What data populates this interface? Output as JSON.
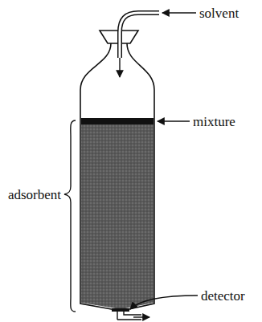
{
  "diagram": {
    "labels": [
      "solvent",
      "mixture",
      "adsorbent",
      "detector"
    ]
  }
}
